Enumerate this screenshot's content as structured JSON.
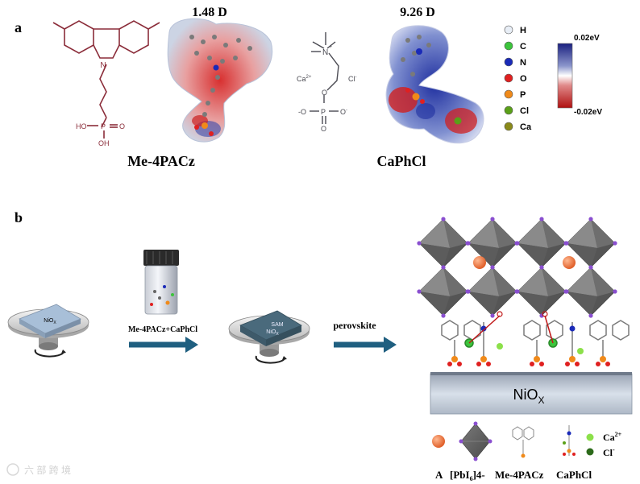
{
  "panel_a": {
    "label": "a",
    "me4pacz": {
      "name": "Me-4PACz",
      "dipole": "1.48 D",
      "atoms": [
        "N",
        "HO",
        "P",
        "O",
        "OH"
      ]
    },
    "caphcl": {
      "name": "CaPhCl",
      "dipole": "9.26 D",
      "atoms": [
        "N",
        "+",
        "Ca",
        "2+",
        "Cl",
        "-",
        "O",
        "-O",
        "P",
        "O",
        "O",
        "-"
      ]
    },
    "atom_legend": [
      {
        "symbol": "H",
        "color": "#e8eef6"
      },
      {
        "symbol": "C",
        "color": "#3cc43c"
      },
      {
        "symbol": "N",
        "color": "#1a2ab8"
      },
      {
        "symbol": "O",
        "color": "#e02020"
      },
      {
        "symbol": "P",
        "color": "#f08a1a"
      },
      {
        "symbol": "Cl",
        "color": "#5aa018"
      },
      {
        "symbol": "Ca",
        "color": "#8a8a1a"
      }
    ],
    "colorbar": {
      "max": "0.02eV",
      "min": "-0.02eV"
    }
  },
  "panel_b": {
    "label": "b",
    "substrate1": "NiO",
    "substrate1_sub": "X",
    "step1": "Me-4PACz+CaPhCl",
    "substrate2_top": "SAM",
    "substrate2_bottom": "NiO",
    "substrate2_sub": "X",
    "step2": "perovskite",
    "layer": "NiO",
    "layer_sub": "X",
    "legend": {
      "a_label": "A",
      "pbi6_label": "[PbI",
      "pbi6_sub": "6",
      "pbi6_sup": "]4-",
      "me4pacz": "Me-4PACz",
      "caphcl": "CaPhCl",
      "ca": "Ca",
      "ca_sup": "2+",
      "cl": "Cl",
      "cl_sup": "-"
    }
  },
  "watermark": "六 部 跨 境"
}
